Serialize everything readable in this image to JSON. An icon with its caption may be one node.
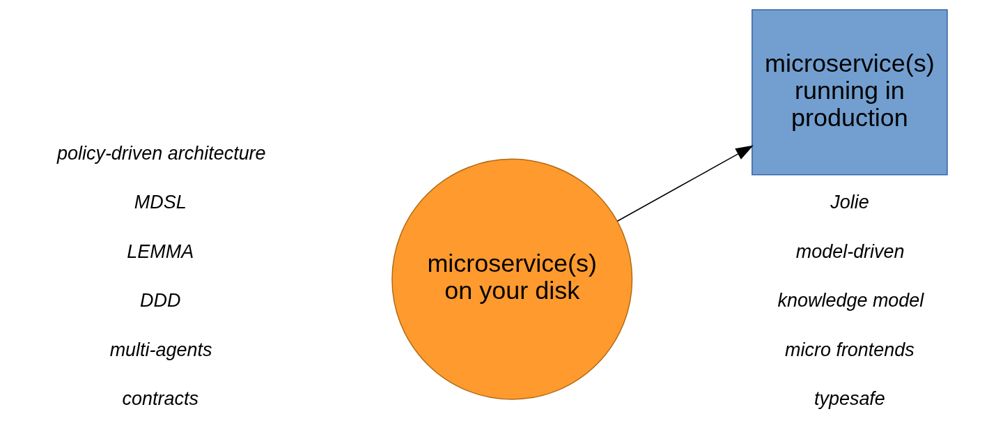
{
  "diagram": {
    "nodes": [
      {
        "text": [
          "microservice(s) on your disk"
        ]
      },
      {
        "text": [
          "microservice(s) running in production"
        ]
      }
    ],
    "edges": [
      {
        "from": 0,
        "to": 1,
        "arrow": "to"
      }
    ],
    "labels": [
      "policy-driven architecture",
      "Jolie",
      "MDSL",
      "model-driven",
      "LEMMA",
      "knowledge model",
      "DDD",
      "micro frontends",
      "multi-agents",
      "typesafe",
      "contracts"
    ]
  }
}
